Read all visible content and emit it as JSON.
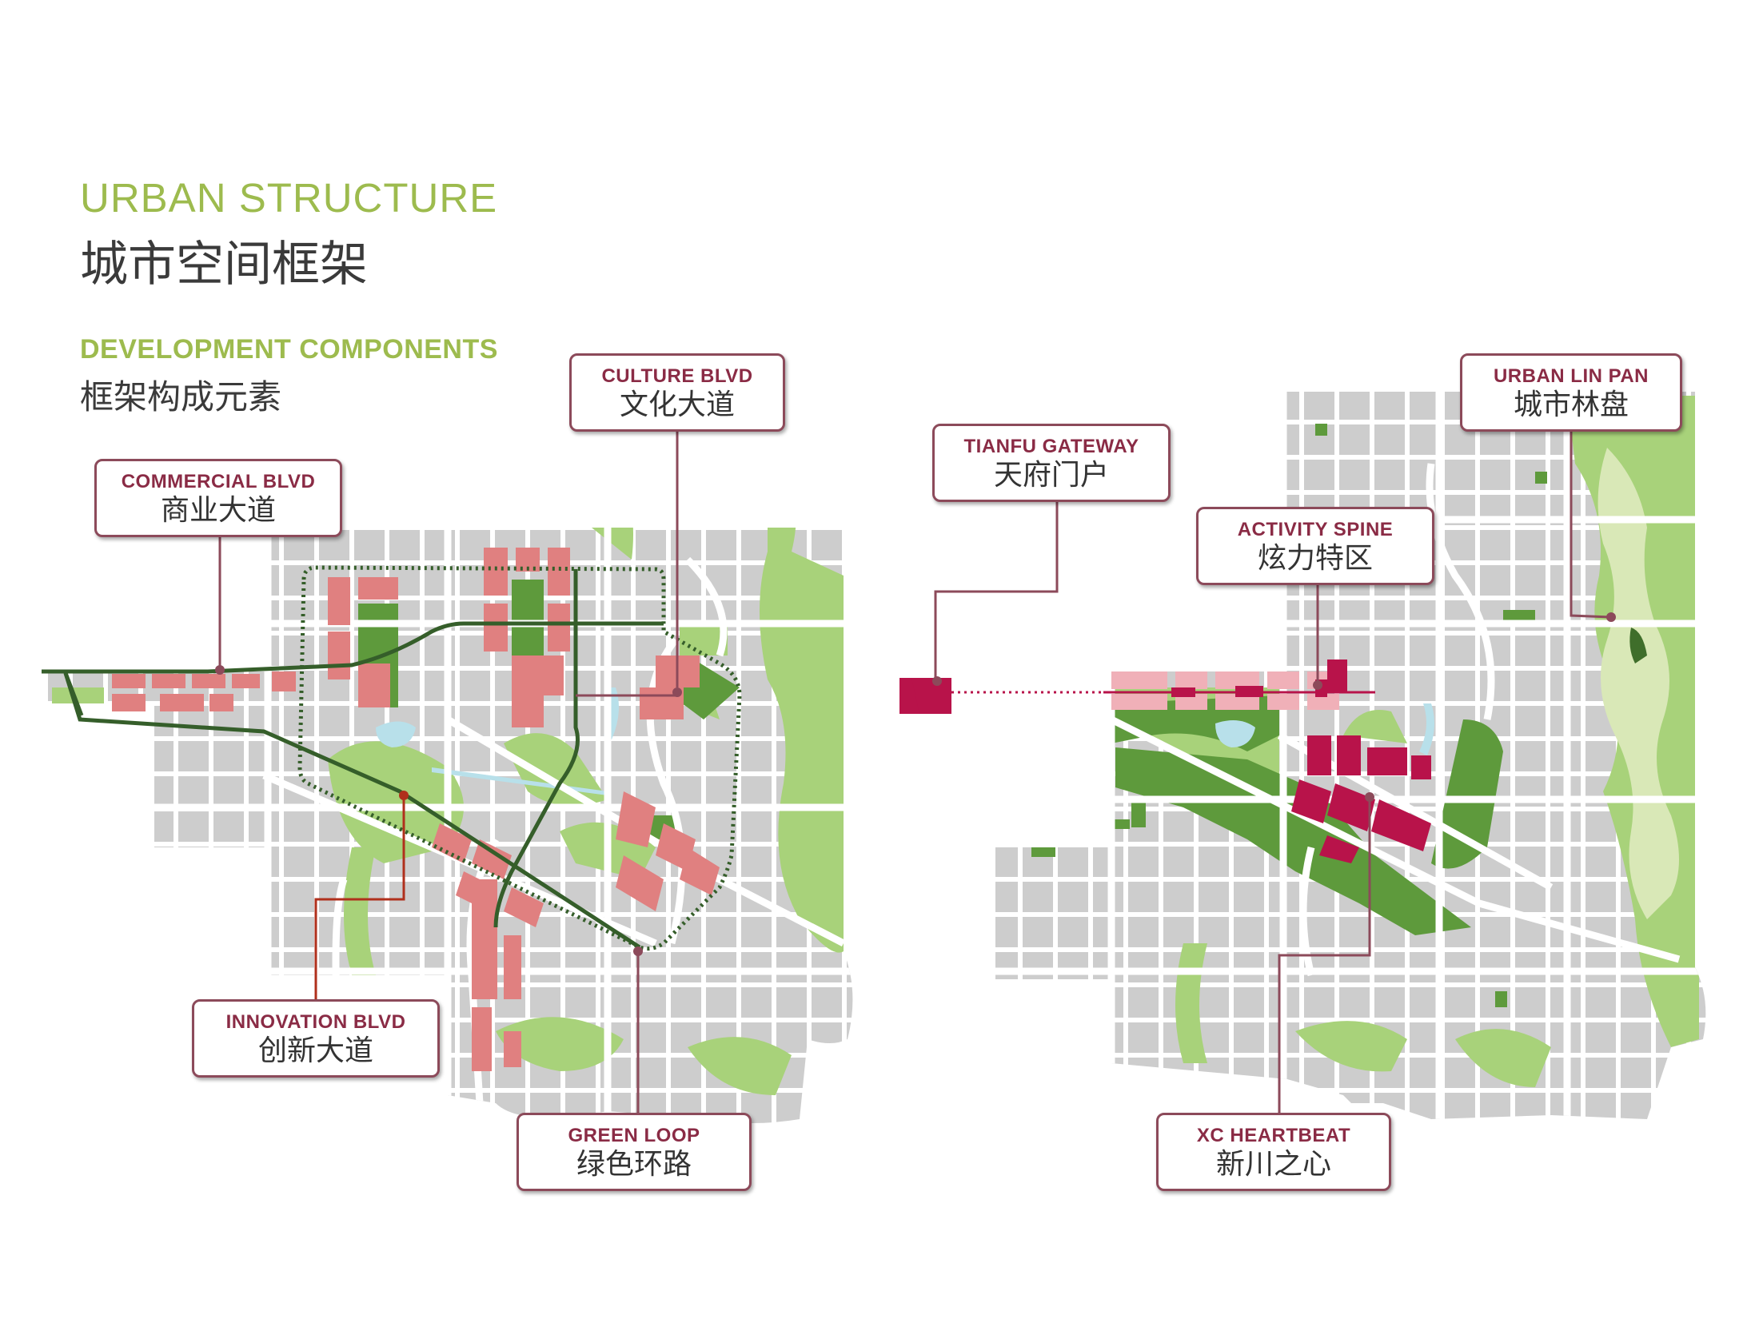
{
  "title": {
    "en": "URBAN STRUCTURE",
    "cn": "城市空间框架"
  },
  "subtitle": {
    "en": "DEVELOPMENT COMPONENTS",
    "cn": "框架构成元素"
  },
  "colors": {
    "block_gray": "#cdcdcd",
    "road_white": "#ffffff",
    "park_light_green": "#a8d27a",
    "park_pale_green": "#d9e8b7",
    "park_dark_green": "#5e9a3c",
    "forest_dark": "#3f6e2b",
    "commercial_salmon": "#e08080",
    "activity_pink": "#f0b0b8",
    "heartbeat_crimson": "#b8134a",
    "loop_line_green": "#355e2a",
    "leader_line": "#8c4a5a",
    "leader_red": "#b0301c",
    "water": "#b8e0ea",
    "heading_green": "#9dbb4e"
  },
  "left_map": {
    "callouts": [
      {
        "id": "culture",
        "en": "CULTURE BLVD",
        "cn": "文化大道"
      },
      {
        "id": "commercial",
        "en": "COMMERCIAL BLVD",
        "cn": "商业大道"
      },
      {
        "id": "innovation",
        "en": "INNOVATION BLVD",
        "cn": "创新大道"
      },
      {
        "id": "green_loop",
        "en": "GREEN LOOP",
        "cn": "绿色环路"
      }
    ]
  },
  "right_map": {
    "callouts": [
      {
        "id": "urban_lin_pan",
        "en": "URBAN LIN PAN",
        "cn": "城市林盘"
      },
      {
        "id": "tianfu_gateway",
        "en": "TIANFU GATEWAY",
        "cn": "天府门户"
      },
      {
        "id": "activity_spine",
        "en": "ACTIVITY SPINE",
        "cn": "炫力特区"
      },
      {
        "id": "xc_heartbeat",
        "en": "XC HEARTBEAT",
        "cn": "新川之心"
      }
    ]
  }
}
